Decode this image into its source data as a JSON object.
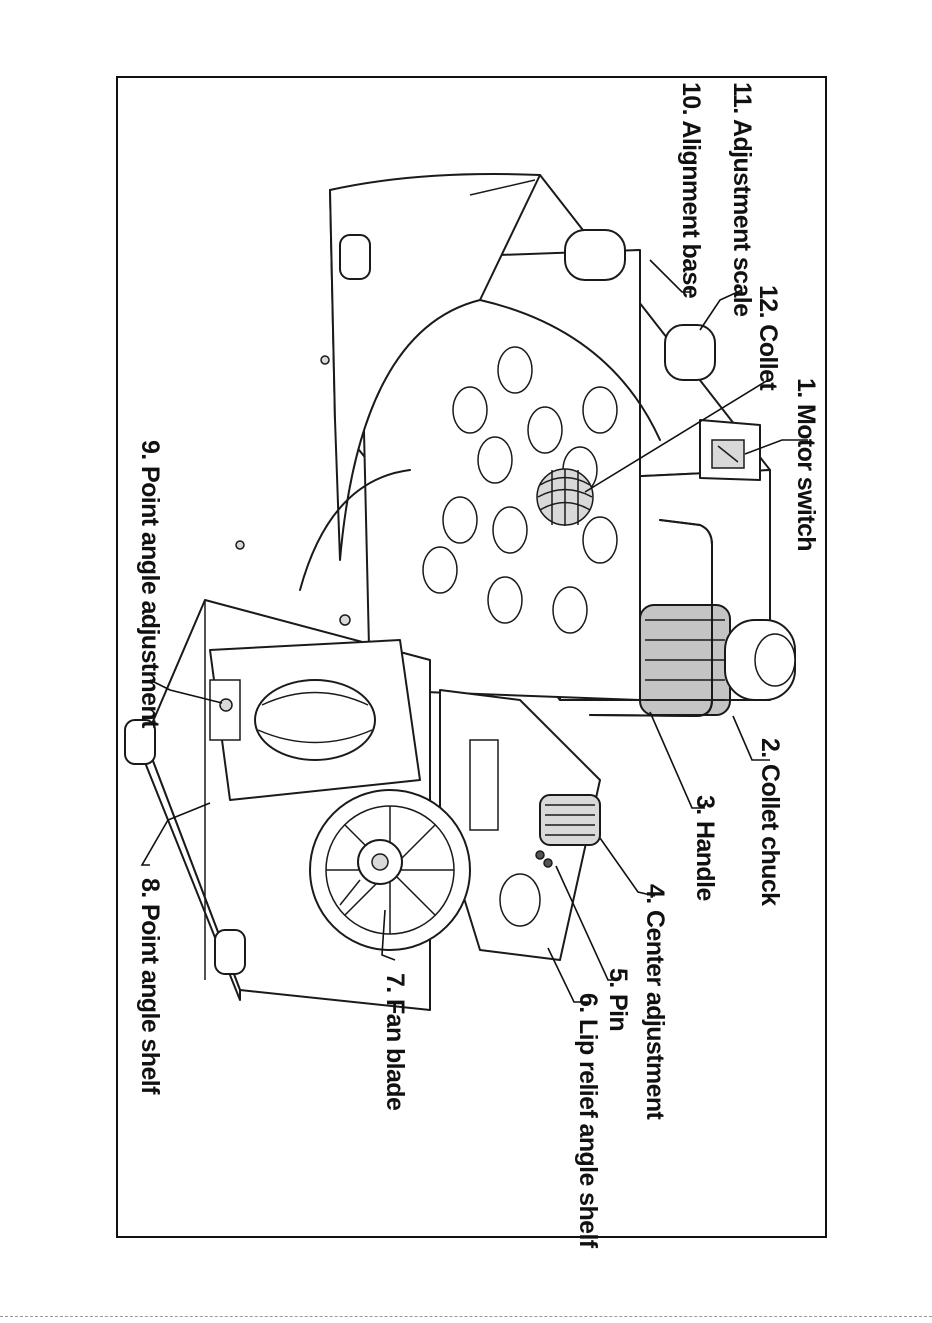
{
  "figure": {
    "labels": [
      {
        "id": "motor-switch",
        "text": "1. Motor switch"
      },
      {
        "id": "collet-chuck",
        "text": "2. Collet chuck"
      },
      {
        "id": "handle",
        "text": "3. Handle"
      },
      {
        "id": "center-adjustment",
        "text": "4. Center adjustment"
      },
      {
        "id": "pin",
        "text": "5. Pin"
      },
      {
        "id": "lip-relief-angle-shelf",
        "text": "6. Lip relief angle shelf"
      },
      {
        "id": "fan-blade",
        "text": "7. Fan blade"
      },
      {
        "id": "point-angle-shelf",
        "text": "8. Point angle shelf"
      },
      {
        "id": "point-angle-adjustment",
        "text": "9. Point angle adjustment"
      },
      {
        "id": "alignment-base",
        "text": "10. Alignment base"
      },
      {
        "id": "adjustment-scale",
        "text": "11. Adjustment scale"
      },
      {
        "id": "collet",
        "text": "12. Collet"
      }
    ]
  }
}
